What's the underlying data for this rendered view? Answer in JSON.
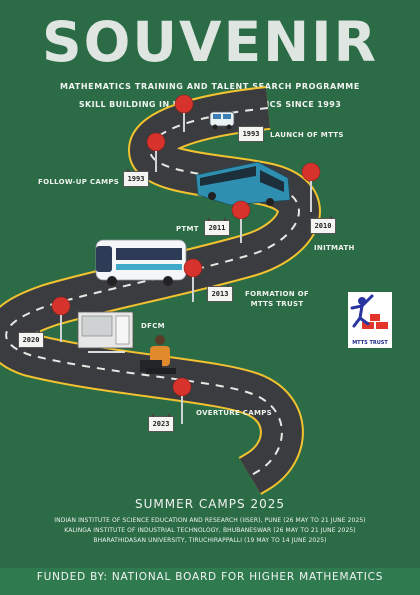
{
  "title": "SOUVENIR",
  "subtitle": "MATHEMATICS TRAINING AND TALENT SEARCH PROGRAMME",
  "tagline": "SKILL BUILDING IN HIGHER MATHEMATICS SINCE 1993",
  "milestones": {
    "launch": {
      "year": "1993",
      "label": "LAUNCH OF MTTS"
    },
    "followup": {
      "year": "1993",
      "label": "FOLLOW-UP CAMPS"
    },
    "ptmt": {
      "year": "2011",
      "label": "PTMT"
    },
    "initmath": {
      "year": "2010",
      "label": "INITMATH"
    },
    "trust": {
      "year": "2013",
      "label_line1": "FORMATION OF",
      "label_line2": "MTTS TRUST"
    },
    "dfcm": {
      "year": "2020",
      "label": "DFCM"
    },
    "overture": {
      "year": "2023",
      "label": "OVERTURE CAMPS"
    }
  },
  "logo_caption": "MTTS TRUST",
  "camps": {
    "title": "SUMMER CAMPS 2025",
    "venues": [
      "INDIAN INSTITUTE OF SCIENCE EDUCATION AND RESEARCH (IISER), PUNE (26 MAY TO 21 JUNE 2025)",
      "KALINGA INSTITUTE OF INDUSTRIAL TECHNOLOGY, BHUBANESWAR (26 MAY TO 21 JUNE 2025)",
      "BHARATHIDASAN UNIVERSITY, TIRUCHIRAPPALLI (19 MAY TO 14 JUNE 2025)"
    ]
  },
  "footer": "FUNDED BY: NATIONAL BOARD FOR HIGHER MATHEMATICS",
  "colors": {
    "background": "#2b6c47",
    "road": "#3a3c3f",
    "edge": "#f2c230",
    "pin": "#d5332b"
  }
}
